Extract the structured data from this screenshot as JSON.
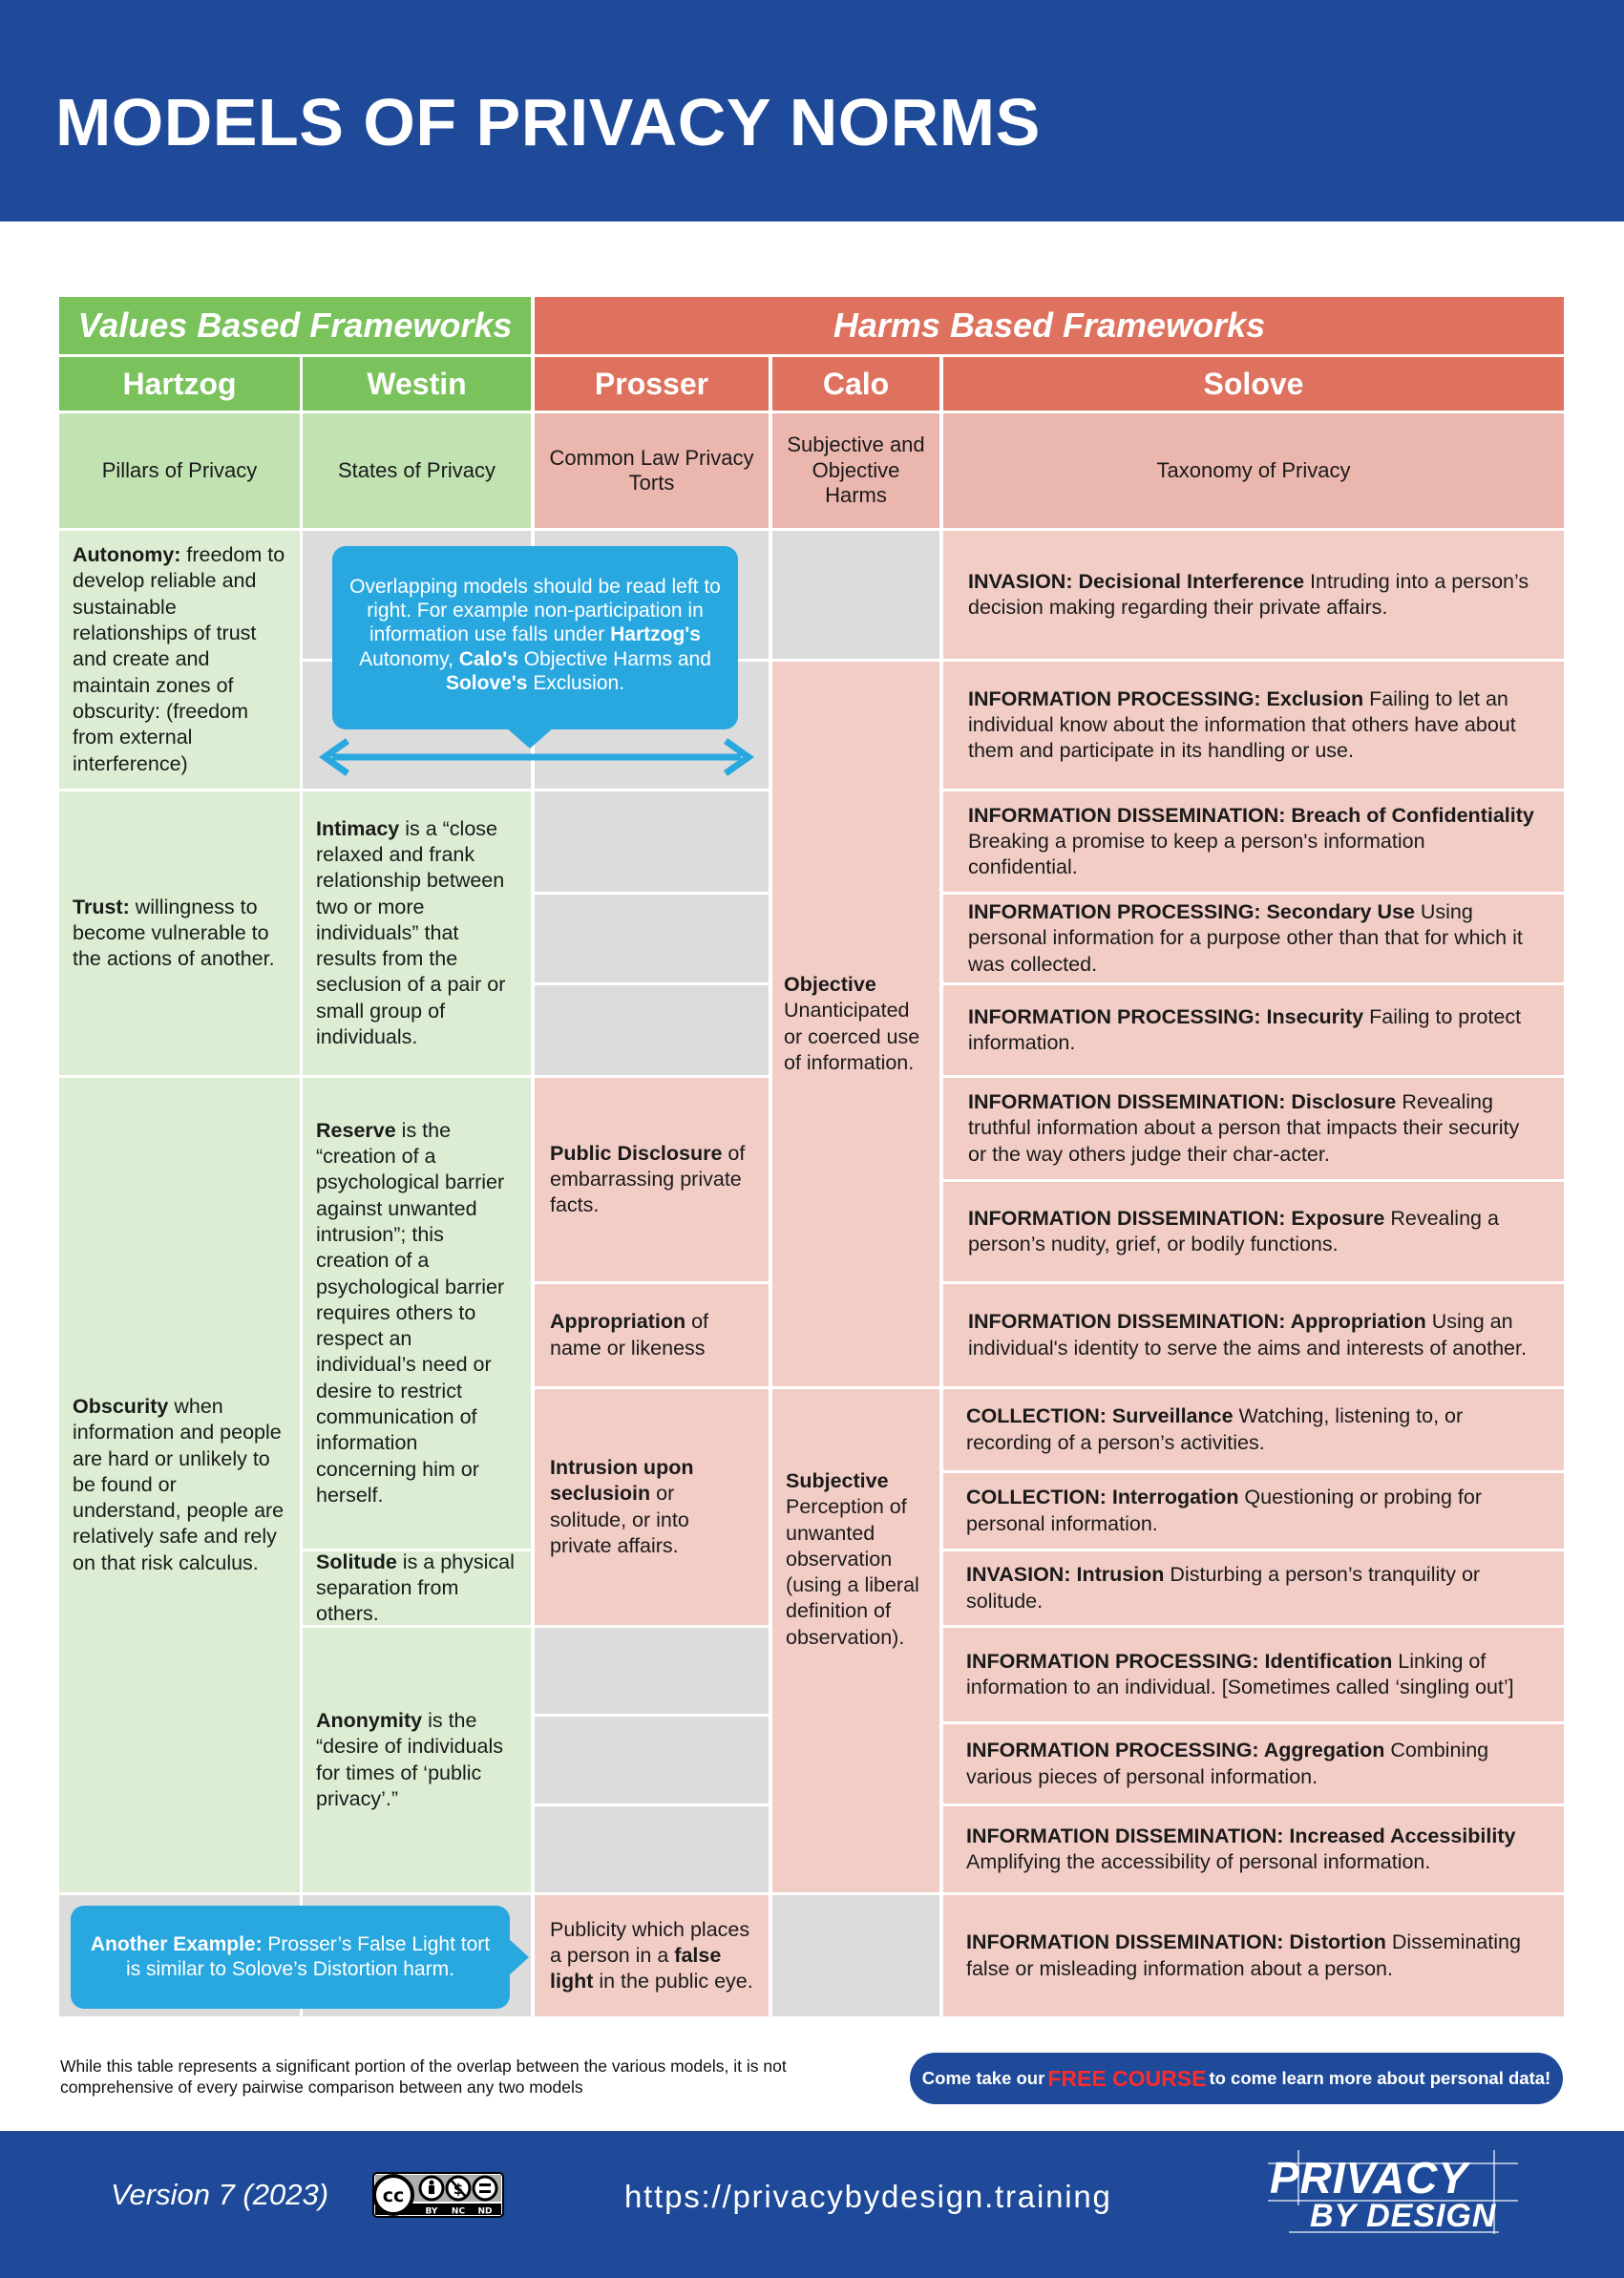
{
  "title": "MODELS OF PRIVACY NORMS",
  "groups": {
    "values": "Values Based Frameworks",
    "harms": "Harms Based Frameworks"
  },
  "models": {
    "hartzog": "Hartzog",
    "westin": "Westin",
    "prosser": "Prosser",
    "calo": "Calo",
    "solove": "Solove"
  },
  "subtitles": {
    "hartzog": "Pillars of Privacy",
    "westin": "States of Privacy",
    "prosser": "Common Law Privacy Torts",
    "calo": "Subjective and Objective Harms",
    "solove": "Taxonomy of Privacy"
  },
  "hartzog": {
    "autonomy": {
      "term": "Autonomy:",
      "text": " freedom to develop reliable and sustainable relationships of trust and create and maintain zones of obscurity: (freedom from external interference)"
    },
    "trust": {
      "term": "Trust:",
      "text": " willingness to become vulnerable to the actions of another."
    },
    "obscurity": {
      "term": "Obscurity",
      "text": " when information and people are hard or unlikely to be found or understand, people are relatively safe and rely on that risk calculus."
    }
  },
  "westin": {
    "intimacy": {
      "term": "Intimacy",
      "text": " is a “close relaxed and frank relationship between two or more individuals” that results from the seclusion of a pair or small group of individuals."
    },
    "reserve": {
      "term": "Reserve",
      "text": " is the “creation of a psychological barrier against unwanted intrusion”; this creation of a psychological barrier requires others to respect an  individual’s need or desire to restrict communication of information concerning him or herself."
    },
    "solitude": {
      "term": "Solitude",
      "text": " is a physical separation from others."
    },
    "anonymity": {
      "term": "Anonymity",
      "text": " is the “desire of individuals for times of ‘public privacy’.”"
    }
  },
  "prosser": {
    "public_disclosure": {
      "term": "Public Disclosure",
      "text": " of embarrassing private facts."
    },
    "appropriation": {
      "term": "Appropriation",
      "text": " of name or likeness"
    },
    "intrusion": {
      "term": "Intrusion upon seclusioin",
      "text": " or solitude, or into private affairs."
    },
    "false_light": {
      "pre": "Publicity which places a person in a ",
      "term": "false light",
      "post": " in the public eye."
    }
  },
  "calo": {
    "objective": {
      "term": "Objective",
      "text": "Unanticipated or coerced use of information."
    },
    "subjective": {
      "term": "Subjective",
      "text": "Perception of unwanted observation (using a liberal definition of observation)."
    }
  },
  "solove": [
    {
      "term": "INVASION: Decisional Interference",
      "text": " Intruding into a person’s decision making regarding their private affairs."
    },
    {
      "term": "INFORMATION PROCESSING: Exclusion",
      "text": " Failing to let an individual know about the information that others have about them and participate in its handling or use."
    },
    {
      "term": "INFORMATION DISSEMINATION: Breach of Confidentiality",
      "text": " Breaking a promise to keep a person's information confidential."
    },
    {
      "term": "INFORMATION PROCESSING: Secondary Use",
      "text": " Using personal information for a purpose other than that for which it was collected."
    },
    {
      "term": "INFORMATION PROCESSING: Insecurity",
      "text": " Failing to protect information."
    },
    {
      "term": "INFORMATION DISSEMINATION: Disclosure",
      "text": " Revealing truthful information about a person that impacts their security or the way others judge their char-acter."
    },
    {
      "term": "INFORMATION DISSEMINATION: Exposure",
      "text": " Revealing a person’s nudity, grief, or bodily functions."
    },
    {
      "term": "INFORMATION DISSEMINATION: Appropriation",
      "text": " Using an individual's identity to serve the aims and interests of another."
    },
    {
      "term": "COLLECTION: Surveillance",
      "text": " Watching, listening to, or recording of a person’s activities."
    },
    {
      "term": "COLLECTION: Interrogation",
      "text": " Questioning or probing for personal information."
    },
    {
      "term": "INVASION: Intrusion",
      "text": " Disturbing a person’s tranquility or solitude."
    },
    {
      "term": "INFORMATION PROCESSING: Identification",
      "text": " Linking of information to an individual. [Sometimes called ‘singling out’]"
    },
    {
      "term": "INFORMATION PROCESSING: Aggregation",
      "text": " Combining various pieces of personal information."
    },
    {
      "term": "INFORMATION DISSEMINATION: Increased Accessibility",
      "text": " Amplifying the accessibility of personal information."
    },
    {
      "term": "INFORMATION DISSEMINATION: Distortion",
      "text": " Disseminating false or misleading information about a person."
    }
  ],
  "callout_overlap": {
    "t1": "Overlapping models should be read left to right. For example non-participation in information use falls under ",
    "b1": "Hartzog's",
    "t2": " Autonomy, ",
    "b2": "Calo's",
    "t3": " Objective Harms and ",
    "b3": "Solove's",
    "t4": " Exclusion."
  },
  "callout_example": {
    "label": "Another Example:",
    "text": " Prosser’s False Light tort is similar to Solove’s Distortion harm."
  },
  "disclaimer": "While this table represents a significant portion of the overlap between the various models, it is not comprehensive of every pairwise comparison between any two models",
  "course": {
    "pre": "Come take our ",
    "highlight": "FREE COURSE",
    "post": " to come learn more about personal data!"
  },
  "footer": {
    "version": "Version 7 (2023)",
    "license_labels": [
      "BY",
      "NC",
      "ND"
    ],
    "url": "https://privacybydesign.training",
    "logo_line1": "PRIVACY",
    "logo_line2": "BY DESIGN"
  },
  "colors": {
    "navy": "#1e4a99",
    "green": "#79c25c",
    "salmon": "#de725f",
    "callout": "#29a8e0",
    "highlight": "#ff2a2a"
  }
}
